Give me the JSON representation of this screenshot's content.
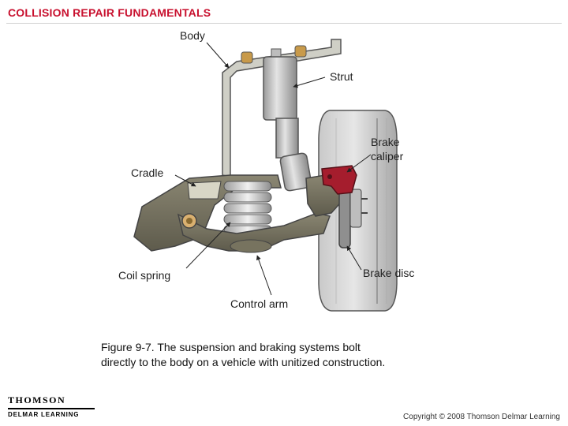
{
  "header": {
    "title": "COLLISION REPAIR FUNDAMENTALS",
    "accent_color": "#c8102e"
  },
  "labels": {
    "body": "Body",
    "strut": "Strut",
    "brake_caliper_line1": "Brake",
    "brake_caliper_line2": "caliper",
    "cradle": "Cradle",
    "coil_spring": "Coil spring",
    "brake_disc": "Brake disc",
    "control_arm": "Control arm"
  },
  "caption": {
    "line1": "Figure 9-7.  The suspension and braking systems bolt",
    "line2": "directly to the body on a vehicle with unitized construction."
  },
  "footer": {
    "logo_top": "THOMSON",
    "logo_bottom": "DELMAR LEARNING",
    "copyright": "Copyright © 2008 Thomson Delmar Learning"
  }
}
